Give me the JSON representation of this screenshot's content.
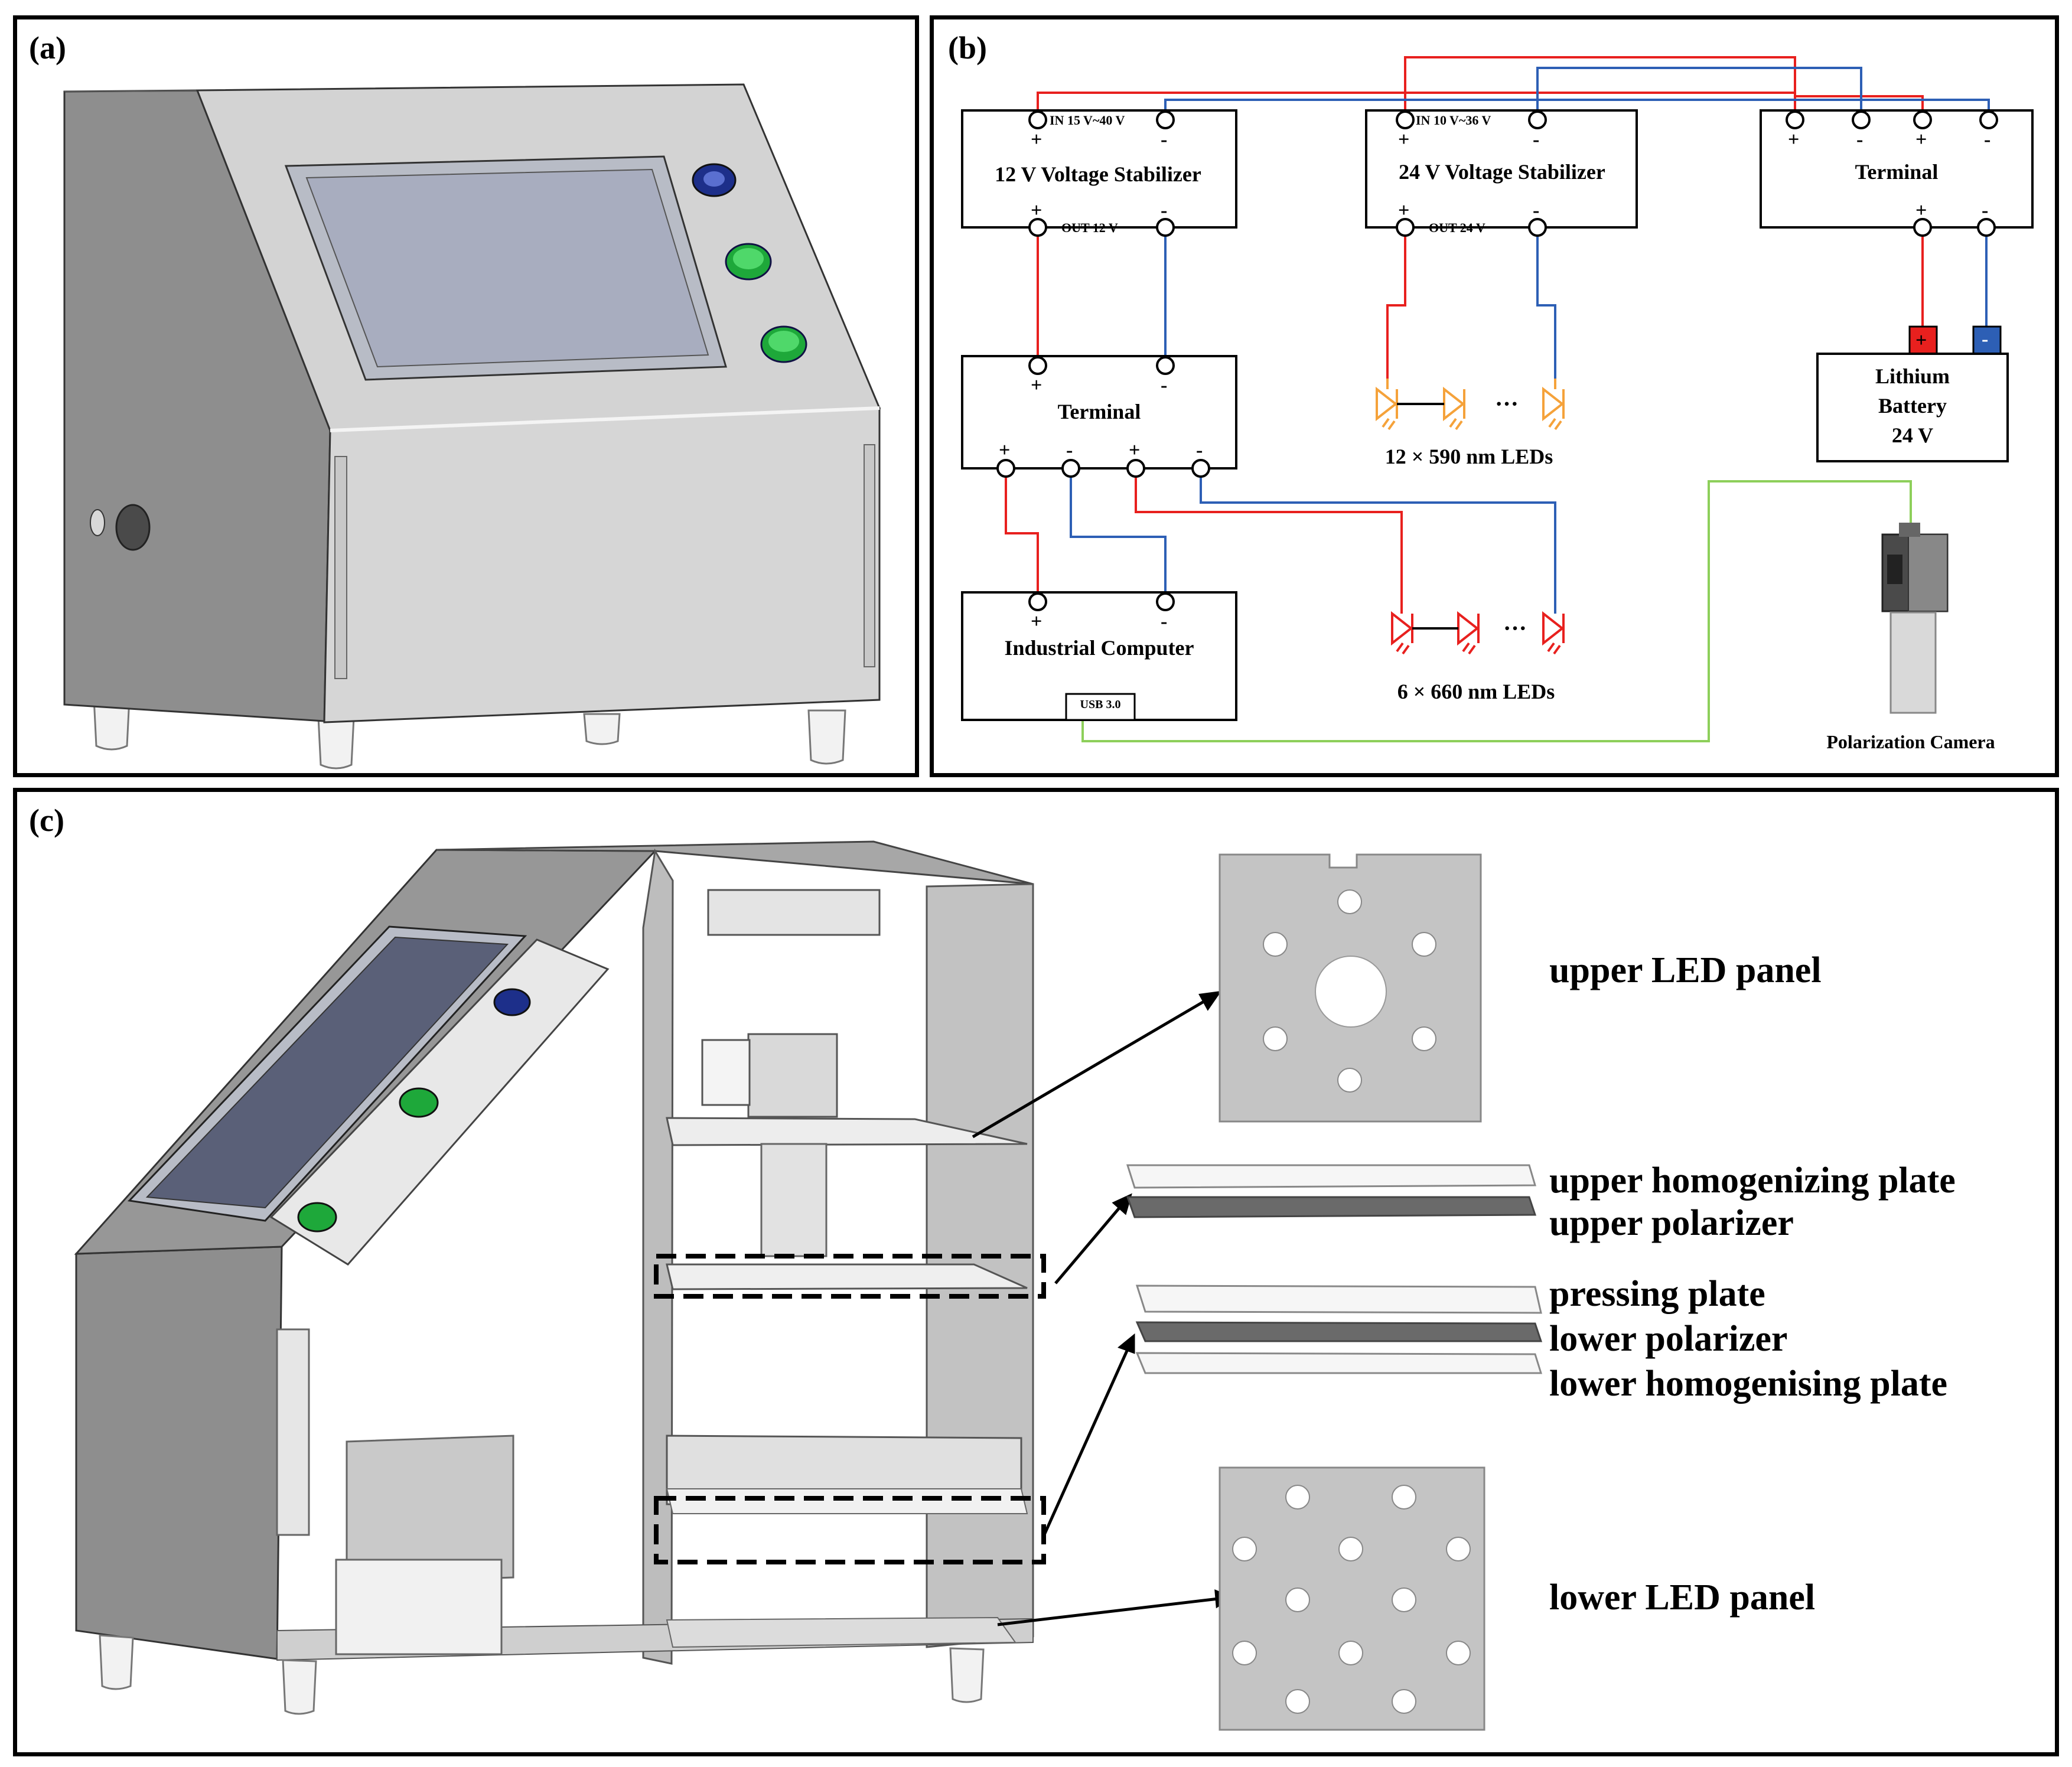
{
  "panel_a": {
    "label": "(a)"
  },
  "panel_b": {
    "label": "(b)",
    "stab12": {
      "title": "12 V Voltage Stabilizer",
      "in": "IN 15 V~40 V",
      "out": "OUT 12 V"
    },
    "stab24": {
      "title": "24 V Voltage Stabilizer",
      "in": "IN 10 V~36 V",
      "out": "OUT 24 V"
    },
    "terminal_top": "Terminal",
    "terminal_mid": "Terminal",
    "computer": {
      "title": "Industrial Computer",
      "port": "USB 3.0"
    },
    "battery": [
      "Lithium",
      "Battery",
      "24 V"
    ],
    "led590": "12 × 590 nm LEDs",
    "led660": "6 × 660 nm LEDs",
    "ellipsis": "···",
    "camera": "Polarization Camera",
    "plus": "+",
    "minus": "-",
    "colors": {
      "pos": "#e8201e",
      "neg": "#2d5fb5",
      "usb": "#8dcf5a",
      "led590": "#f5a23a",
      "led660": "#e8201e"
    }
  },
  "panel_c": {
    "label": "(c)",
    "upper_led": "upper LED panel",
    "upper_homog": "upper homogenizing plate",
    "upper_pol": "upper polarizer",
    "pressing": "pressing plate",
    "lower_pol": "lower polarizer",
    "lower_homog": "lower homogenising plate",
    "lower_led": "lower LED panel"
  }
}
